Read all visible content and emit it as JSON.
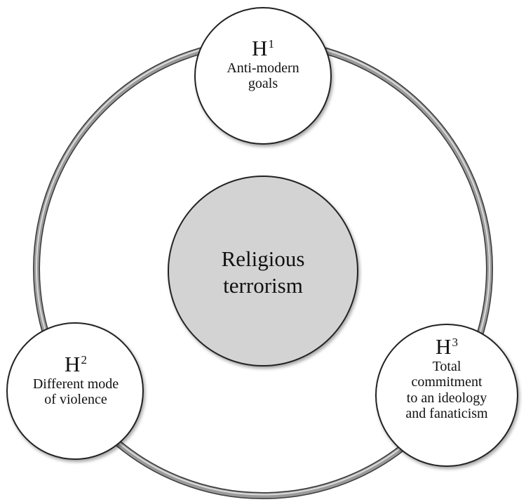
{
  "center": {
    "line1": "Religious",
    "line2": "terrorism"
  },
  "nodes": [
    {
      "letter": "H",
      "number": "1",
      "lines": [
        "Anti-modern",
        "goals"
      ]
    },
    {
      "letter": "H",
      "number": "2",
      "lines": [
        "Different mode",
        "of violence"
      ]
    },
    {
      "letter": "H",
      "number": "3",
      "lines": [
        "Total",
        "commitment",
        "to an ideology",
        "and fanaticism"
      ]
    }
  ],
  "colors": {
    "center_fill": "#d3d3d3",
    "node_fill": "#ffffff",
    "ring": "#8a8a8a",
    "outline": "#222222"
  }
}
